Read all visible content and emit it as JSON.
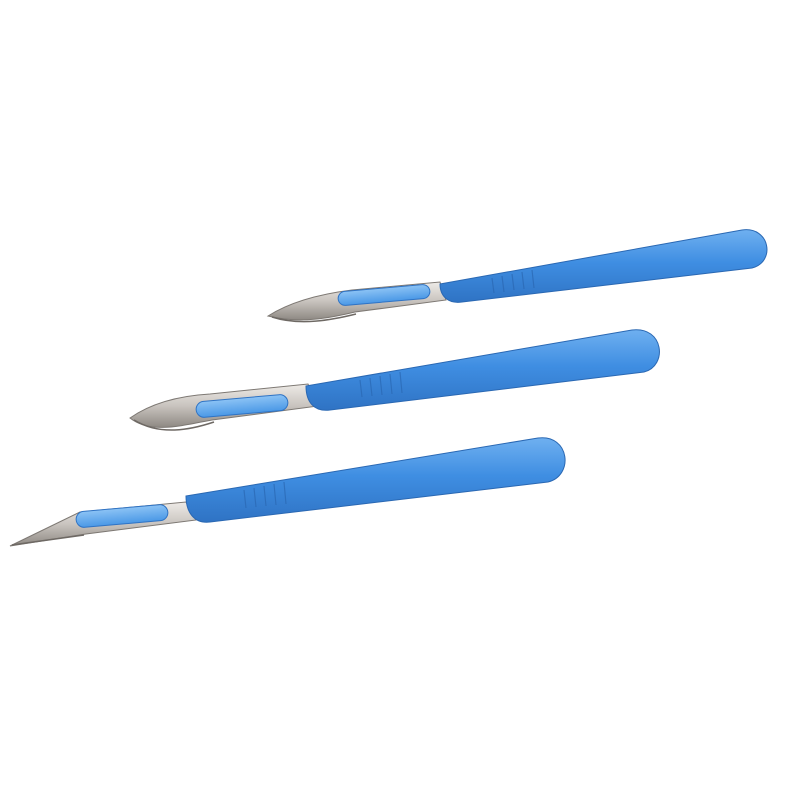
{
  "photo": {
    "subject": "disposable-scalpels",
    "colors": {
      "background": "#ffffff",
      "handle": "#3f8ee2",
      "handle_dark": "#2f73c4",
      "handle_light": "#6fb0f0",
      "blade": "#c9c4bf",
      "blade_dark": "#8e8983",
      "blade_light": "#eeebe7"
    },
    "scalpels": [
      {
        "id": "top",
        "blade_shape": "curved"
      },
      {
        "id": "middle",
        "blade_shape": "curved-belly"
      },
      {
        "id": "bottom",
        "blade_shape": "pointed"
      }
    ]
  }
}
